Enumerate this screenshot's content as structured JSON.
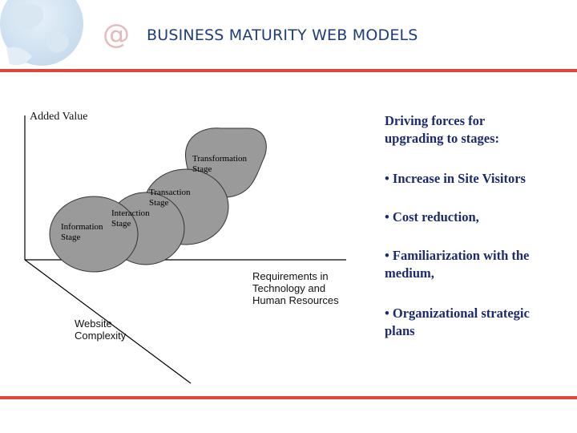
{
  "slide": {
    "title": "BUSINESS MATURITY WEB MODELS",
    "logo_glyph": "@",
    "colors": {
      "title": "#1f3d7a",
      "rule": "#e0453a",
      "bullets": "#1e2a6e",
      "stage_fill": "#9a9a9a"
    }
  },
  "diagram": {
    "y_axis_label": "Added Value",
    "x_axis_label": [
      "Requirements in",
      "Technology and",
      "Human Resources"
    ],
    "z_axis_label": [
      "Website",
      "Complexity"
    ],
    "stages": [
      {
        "name": "Information Stage",
        "lines": [
          "Information",
          "Stage"
        ]
      },
      {
        "name": "Interaction Stage",
        "lines": [
          "Interaction",
          "Stage"
        ]
      },
      {
        "name": "Transaction Stage",
        "lines": [
          "Transaction",
          "Stage"
        ]
      },
      {
        "name": "Transformation Stage",
        "lines": [
          "Transformation",
          "Stage"
        ]
      }
    ]
  },
  "side_panel": {
    "heading": [
      "Driving forces for",
      "upgrading to stages:"
    ],
    "bullets": [
      [
        "• Increase in Site Visitors"
      ],
      [
        "• Cost reduction,"
      ],
      [
        "• Familiarization with the",
        "medium,"
      ],
      [
        "• Organizational strategic",
        "plans"
      ]
    ]
  }
}
